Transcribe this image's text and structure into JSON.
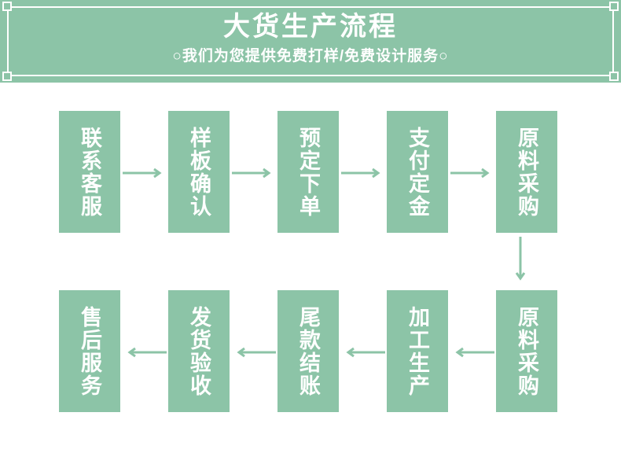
{
  "banner": {
    "title": "大货生产流程",
    "subtitle": "○我们为您提供免费打样/免费设计服务○",
    "bg_color": "#8cc4a7",
    "text_color": "#ffffff"
  },
  "flow": {
    "node_color": "#8cc4a7",
    "arrow_color": "#8cc4a7",
    "row1": [
      {
        "label": "联系客服",
        "name": "node-contact-service"
      },
      {
        "label": "样板确认",
        "name": "node-sample-confirm"
      },
      {
        "label": "预定下单",
        "name": "node-place-order"
      },
      {
        "label": "支付定金",
        "name": "node-pay-deposit"
      },
      {
        "label": "原料采购",
        "name": "node-material-purchase"
      }
    ],
    "row2": [
      {
        "label": "售后服务",
        "name": "node-after-sales"
      },
      {
        "label": "发货验收",
        "name": "node-ship-inspect"
      },
      {
        "label": "尾款结账",
        "name": "node-final-payment"
      },
      {
        "label": "加工生产",
        "name": "node-production"
      },
      {
        "label": "原料采购",
        "name": "node-material-purchase-2"
      }
    ],
    "arrows": {
      "row1_direction": "right",
      "row2_direction": "left",
      "connector_direction": "down"
    }
  }
}
